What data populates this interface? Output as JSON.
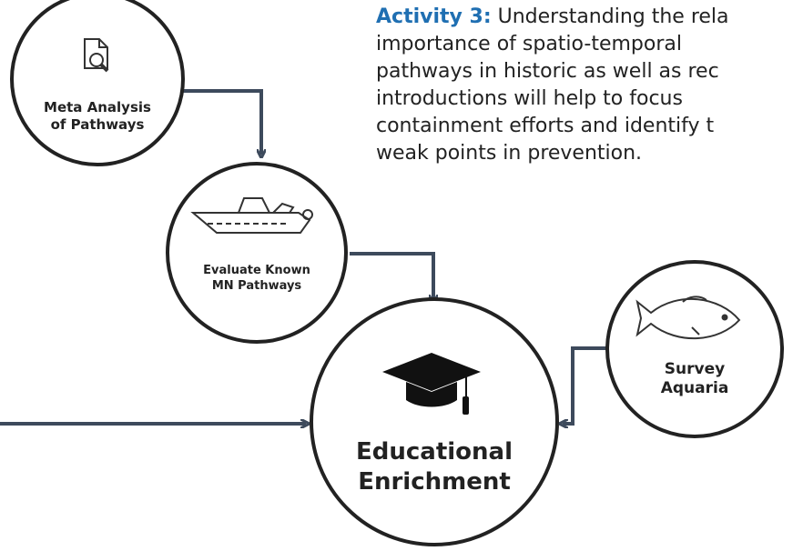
{
  "activity": {
    "title": "Activity 3:",
    "text_lines": [
      "Understanding the rela",
      "importance of spatio-temporal",
      "pathways in historic as well as rec",
      "introductions will help to focus",
      "containment efforts and identify t",
      "weak points in prevention."
    ]
  },
  "nodes": {
    "meta": {
      "label_lines": [
        "Meta Analysis",
        "of Pathways"
      ],
      "icon": "document-magnifier-icon"
    },
    "evaluate": {
      "label_lines": [
        "Evaluate Known",
        "MN Pathways"
      ],
      "icon": "boat-icon"
    },
    "survey": {
      "label_lines": [
        "Survey",
        "Aquaria"
      ],
      "icon": "fish-icon"
    },
    "education": {
      "label_lines": [
        "Educational",
        "Enrichment"
      ],
      "icon": "graduation-cap-icon"
    }
  },
  "colors": {
    "arrow": "#3d4a5c",
    "circle_stroke": "#222222",
    "title_accent": "#1f6fb2"
  }
}
